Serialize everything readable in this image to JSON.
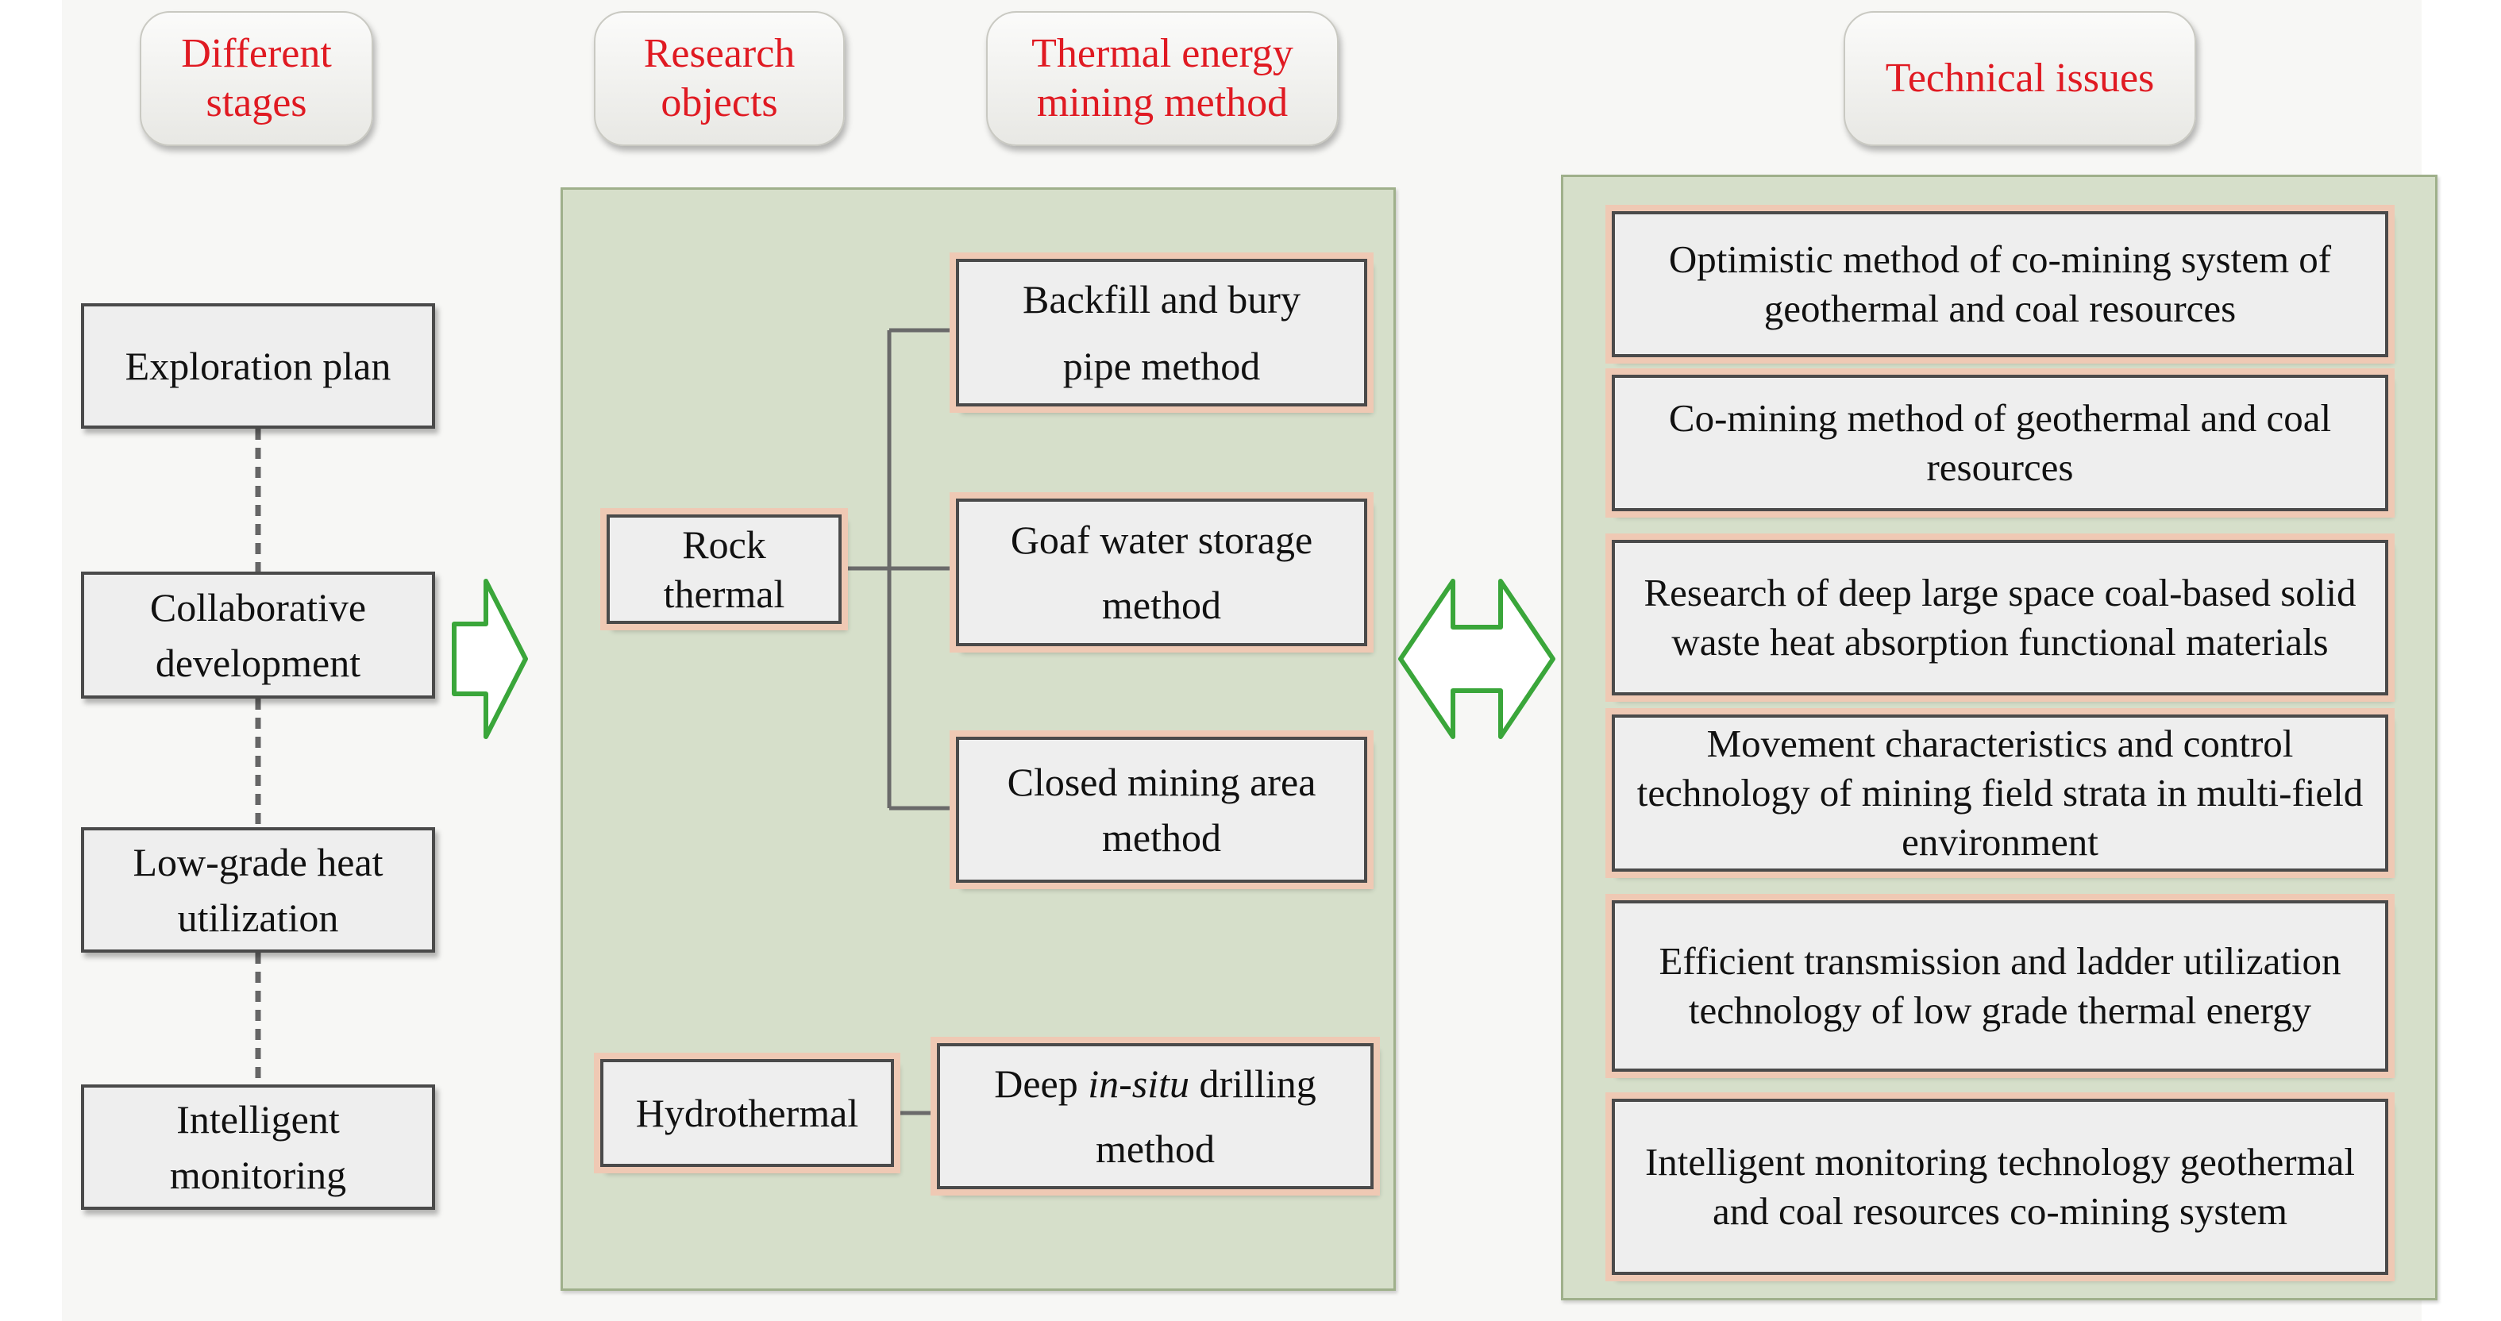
{
  "headers": {
    "stages": "Different\nstages",
    "objects": "Research\nobjects",
    "method": "Thermal energy\nmining method",
    "issues": "Technical issues"
  },
  "stages": [
    "Exploration plan",
    "Collaborative\ndevelopment",
    "Low-grade heat\nutilization",
    "Intelligent\nmonitoring"
  ],
  "objects": {
    "rock": "Rock\nthermal",
    "hydro": "Hydrothermal"
  },
  "methods": {
    "backfill": "Backfill and bury\npipe method",
    "goaf": "Goaf water storage\nmethod",
    "closed": "Closed mining area\nmethod",
    "deep_prefix": "Deep ",
    "deep_italic": "in-situ",
    "deep_suffix": " drilling\nmethod"
  },
  "issues": [
    "Optimistic method of co-mining system of geothermal and coal resources",
    "Co-mining method of geothermal and coal resources",
    "Research of deep large space coal-based solid waste heat absorption functional materials",
    "Movement characteristics and control technology of mining field strata in multi-field environment",
    "Efficient transmission and ladder utilization technology of low grade thermal energy",
    "Intelligent monitoring technology geothermal and coal resources co-mining system"
  ],
  "colors": {
    "header_text": "#e01a22",
    "panel_fill": "#d6dfca",
    "box_glow": "#efc9b4",
    "arrow": "#3aa63a"
  }
}
